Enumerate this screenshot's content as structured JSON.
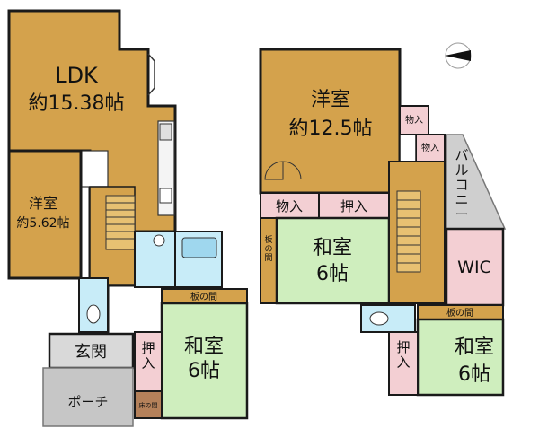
{
  "floor1": {
    "ldk_name": "LDK",
    "ldk_size": "約15.38帖",
    "western_name": "洋室",
    "western_size": "約5.62帖",
    "entrance": "玄関",
    "porch": "ポーチ",
    "washitsu_name": "和室",
    "washitsu_size": "6帖",
    "oshiire": "押入",
    "itanoma": "板の間",
    "tokonoma": "床の間"
  },
  "floor2": {
    "western_name": "洋室",
    "western_size": "約12.5帖",
    "storage_a": "物入",
    "storage_b": "物入",
    "storage_c": "物入",
    "oshiire_top": "押入",
    "itanoma_left": "板の間",
    "washitsu_center_name": "和室",
    "washitsu_center_size": "6帖",
    "balcony": "バルコニー",
    "wic": "WIC",
    "itanoma_bottom": "板の間",
    "oshiire_bottom": "押入",
    "washitsu_br_name": "和室",
    "washitsu_br_size": "6帖"
  },
  "colors": {
    "wood_floor": "#d4a24c",
    "tatami": "#cfeebe",
    "storage": "#f3cfd3",
    "wet_area": "#c8ecf8",
    "entrance": "#d9d9d9",
    "porch": "#c6c6c6",
    "balcony": "#cfcfcf",
    "wall": "#1a1a1a"
  },
  "compass": "north-arrow-icon"
}
